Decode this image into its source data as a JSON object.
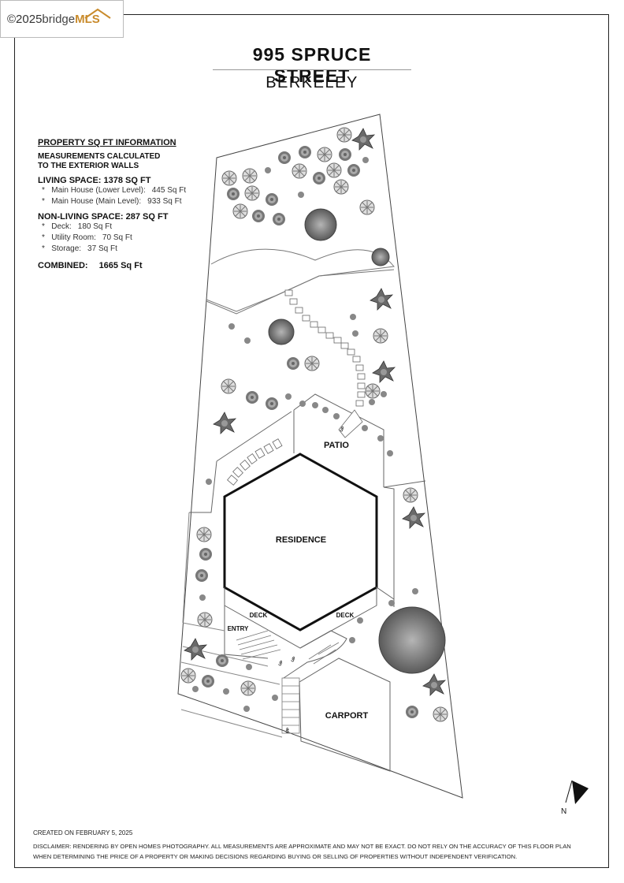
{
  "logo": {
    "copyright": "©2025",
    "brand1": "bridge",
    "brand2": "MLS"
  },
  "header": {
    "title": "995 SPRUCE STREET",
    "subtitle": "BERKELEY"
  },
  "info": {
    "heading": "PROPERTY SQ FT INFORMATION",
    "note_line1": "MEASUREMENTS CALCULATED",
    "note_line2": "TO THE EXTERIOR WALLS",
    "living_heading": "LIVING SPACE: 1378 SQ FT",
    "living_items": [
      {
        "label": "Main House (Lower Level):",
        "value": "445 Sq Ft"
      },
      {
        "label": "Main House (Main Level):",
        "value": "933 Sq Ft"
      }
    ],
    "nonliving_heading": "NON-LIVING SPACE: 287 SQ FT",
    "nonliving_items": [
      {
        "label": "Deck:",
        "value": "180 Sq Ft"
      },
      {
        "label": "Utility Room:",
        "value": "70 Sq Ft"
      },
      {
        "label": "Storage:",
        "value": "37 Sq Ft"
      }
    ],
    "combined_label": "COMBINED:",
    "combined_value": "1665  Sq Ft"
  },
  "plan": {
    "labels": {
      "patio": "PATIO",
      "residence": "RESIDENCE",
      "deck_left": "DECK",
      "deck_right": "DECK",
      "entry": "ENTRY",
      "carport": "CARPORT",
      "up": "UP"
    },
    "north": "N"
  },
  "footer": {
    "created": "CREATED ON FEBRUARY 5, 2025",
    "disclaimer_line1": "DISCLAIMER: RENDERING BY OPEN HOMES PHOTOGRAPHY. ALL MEASUREMENTS ARE APPROXIMATE AND MAY NOT BE EXACT. DO NOT RELY ON THE ACCURACY OF THIS FLOOR PLAN",
    "disclaimer_line2": "WHEN DETERMINING THE PRICE OF A PROPERTY OR MAKING DECISIONS REGARDING BUYING OR SELLING OF PROPERTIES WITHOUT INDEPENDENT VERIFICATION."
  }
}
